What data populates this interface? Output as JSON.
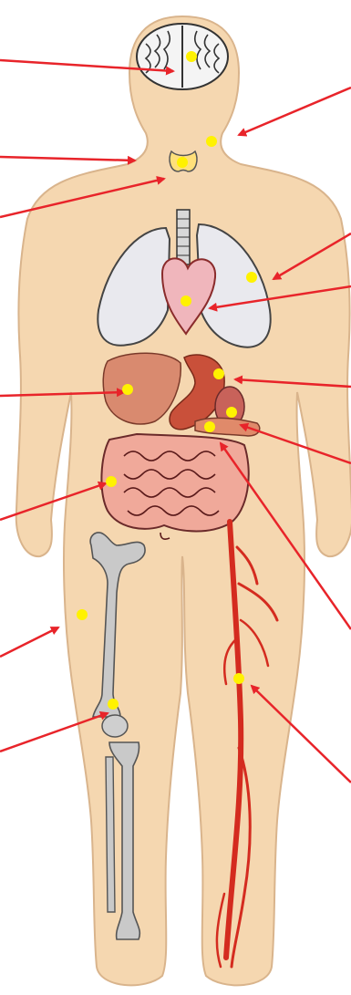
{
  "diagram": {
    "subject": "human-body-organ-systems",
    "colors": {
      "skin": "#f5d7b0",
      "skin_outline": "#d9b48c",
      "arrow": "#e8242a",
      "marker": "#fff200",
      "brain": "#f4f4f4",
      "lung": "#e9e9ee",
      "heart": "#f0b6bc",
      "liver": "#d98a6f",
      "stomach": "#c9503a",
      "intestine": "#f0a99a",
      "bone": "#c9c9c9",
      "vessel": "#d42b1f",
      "thyroid": "#ffe07a"
    },
    "structures": [
      "brain",
      "thyroid",
      "trachea",
      "left-lung",
      "right-lung",
      "heart",
      "liver",
      "stomach",
      "pancreas",
      "spleen",
      "small-intestine",
      "large-intestine",
      "femur",
      "patella",
      "tibia",
      "fibula",
      "leg-artery"
    ],
    "pointers": [
      {
        "name": "brain",
        "side": "left"
      },
      {
        "name": "neck",
        "side": "right"
      },
      {
        "name": "neck-left",
        "side": "left"
      },
      {
        "name": "thyroid",
        "side": "left"
      },
      {
        "name": "lung",
        "side": "right"
      },
      {
        "name": "heart",
        "side": "right"
      },
      {
        "name": "liver",
        "side": "left"
      },
      {
        "name": "stomach",
        "side": "right"
      },
      {
        "name": "pancreas",
        "side": "right"
      },
      {
        "name": "intestine",
        "side": "left"
      },
      {
        "name": "colon",
        "side": "right"
      },
      {
        "name": "thigh",
        "side": "left"
      },
      {
        "name": "knee",
        "side": "left"
      },
      {
        "name": "artery",
        "side": "right"
      }
    ]
  }
}
